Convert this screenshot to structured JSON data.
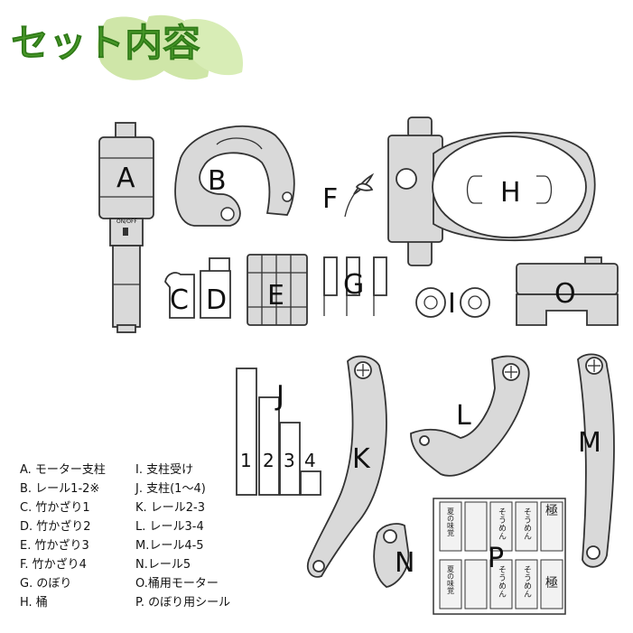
{
  "title": "セット内容",
  "colors": {
    "leaf_dark": "#4a9a2a",
    "leaf_light": "#cfe6a8",
    "part_fill": "#d9d9d9",
    "outline": "#333333"
  },
  "parts": {
    "A": "A",
    "B": "B",
    "C": "C",
    "D": "D",
    "E": "E",
    "F": "F",
    "G": "G",
    "H": "H",
    "I": "I",
    "J": "J",
    "K": "K",
    "L": "L",
    "M": "M",
    "N": "N",
    "O": "O",
    "P": "P"
  },
  "motor_switch_label": "ON/OFF",
  "pillar_numbers": [
    "1",
    "2",
    "3",
    "4"
  ],
  "sticker_texts": [
    "夏の味覚",
    "極",
    "そうめん",
    "そうめん",
    "夏の味覚",
    "極",
    "そうめん",
    "そうめん"
  ],
  "legend_left": [
    "A. モーター支柱",
    "B. レール1-2※",
    "C. 竹かざり1",
    "D. 竹かざり2",
    "E. 竹かざり3",
    "F. 竹かざり4",
    "G. のぼり",
    "H. 桶"
  ],
  "legend_right": [
    "I. 支柱受け",
    "J. 支柱(1〜4)",
    "K. レール2-3",
    "L. レール3-4",
    "M.レール4-5",
    "N.レール5",
    "O.桶用モーター",
    "P. のぼり用シール"
  ]
}
